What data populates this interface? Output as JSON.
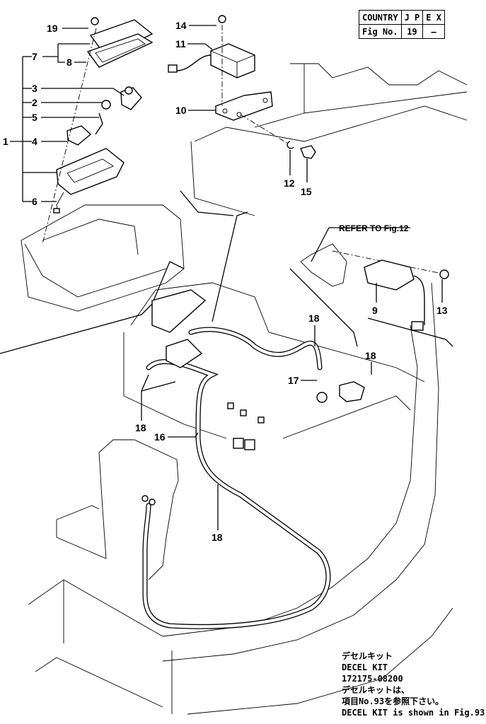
{
  "country_table": {
    "header": [
      "COUNTRY",
      "J P",
      "E X"
    ],
    "row": [
      "Fig No.",
      "19",
      "—"
    ]
  },
  "callouts": {
    "c1": "1",
    "c2": "2",
    "c3": "3",
    "c4": "4",
    "c5": "5",
    "c6": "6",
    "c7": "7",
    "c8": "8",
    "c9": "9",
    "c10": "10",
    "c11": "11",
    "c12": "12",
    "c13": "13",
    "c14": "14",
    "c15": "15",
    "c16": "16",
    "c17": "17",
    "c18a": "18",
    "c18b": "18",
    "c18c": "18",
    "c18d": "18",
    "c19": "19"
  },
  "refer_note": "REFER TO Fig.12",
  "kit_note": {
    "line1": "デセルキット",
    "line2": "DECEL KIT",
    "line3": "172175-08200",
    "line4": "デセルキットは、",
    "line5": "項目No.93を参照下さい。",
    "line6": "DECEL KIT is shown in Fig.93."
  }
}
